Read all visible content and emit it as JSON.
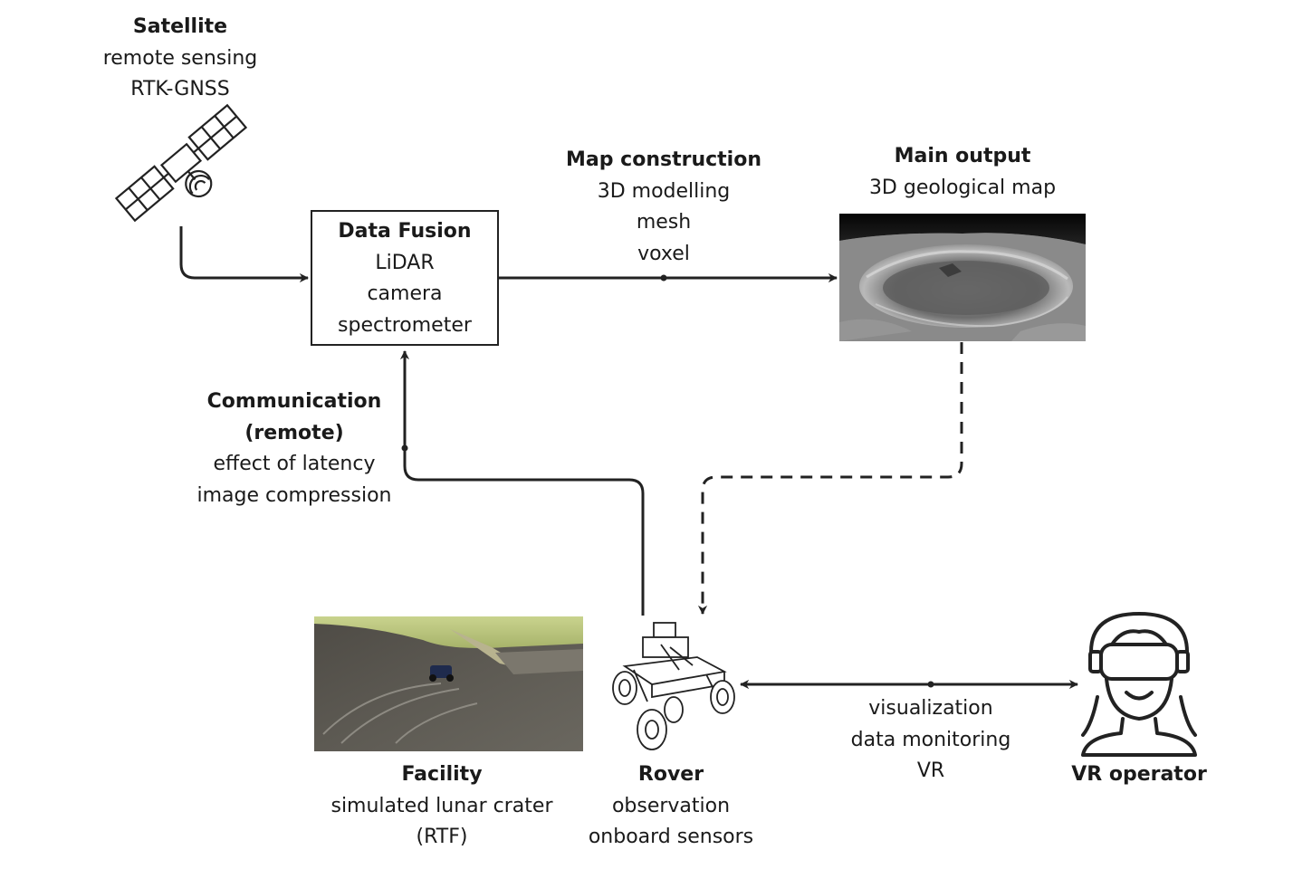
{
  "satellite": {
    "title": "Satellite",
    "line1": "remote sensing",
    "line2": "RTK-GNSS",
    "icon": "satellite-icon"
  },
  "data_fusion": {
    "title": "Data Fusion",
    "line1": "LiDAR",
    "line2": "camera",
    "line3": "spectrometer"
  },
  "map_construction": {
    "title": "Map construction",
    "line1": "3D modelling",
    "line2": "mesh",
    "line3": "voxel"
  },
  "main_output": {
    "title": "Main output",
    "line1": "3D geological map"
  },
  "communication": {
    "title_line1": "Communication",
    "title_line2": "(remote)",
    "line1": "effect of latency",
    "line2": "image compression"
  },
  "facility": {
    "title": "Facility",
    "line1": "simulated lunar crater",
    "line2": "(RTF)"
  },
  "rover": {
    "title": "Rover",
    "line1": "observation",
    "line2": "onboard sensors",
    "icon": "rover-icon"
  },
  "vr_link": {
    "line1": "visualization",
    "line2": "data monitoring",
    "line3": "VR"
  },
  "vr_operator": {
    "title": "VR operator",
    "icon": "vr-headset-person-icon"
  },
  "colors": {
    "stroke": "#222222",
    "text": "#1a1a1a"
  }
}
